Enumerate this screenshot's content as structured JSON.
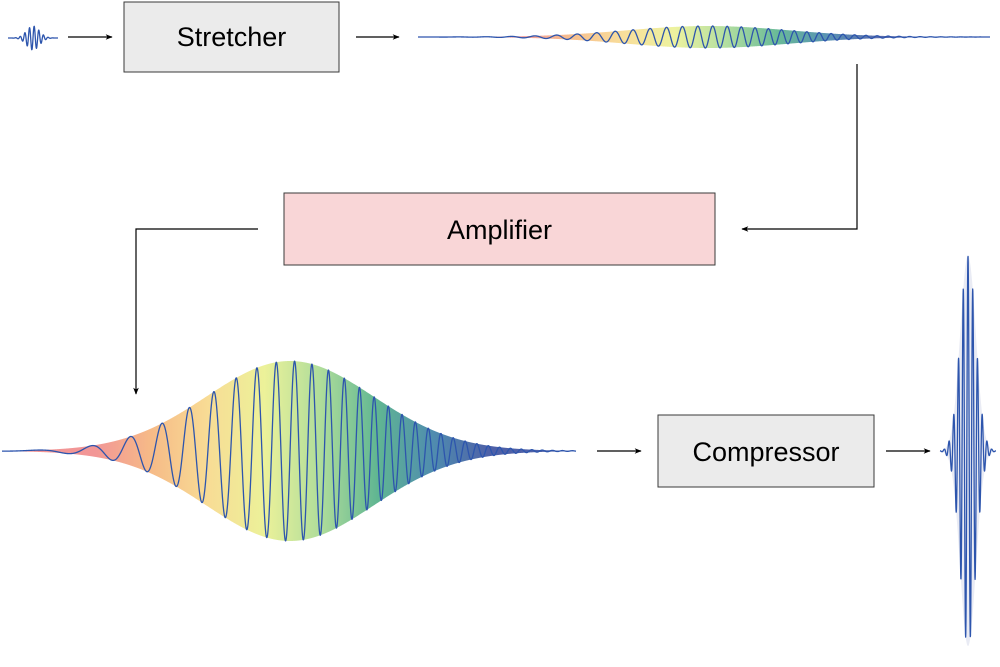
{
  "stages": {
    "stretcher": {
      "label": "Stretcher"
    },
    "amplifier": {
      "label": "Amplifier"
    },
    "compressor": {
      "label": "Compressor"
    }
  },
  "colors": {
    "wave": "#2d55ad",
    "stage_box": "#ebebeb",
    "amplifier_box": "#f9d6d7",
    "box_border": "#3a3a3a",
    "arrow": "#000000",
    "spectrum": [
      "#f08a8a",
      "#f5b37a",
      "#f7d889",
      "#eaf08e",
      "#a6d98f",
      "#4fae86",
      "#3c7fa6",
      "#3b4f9e"
    ]
  },
  "pulses": [
    {
      "name": "input-pulse",
      "description_kind": "short pulse"
    },
    {
      "name": "stretched-pulse",
      "description_kind": "chirped low-amplitude pulse"
    },
    {
      "name": "amplified-pulse",
      "description_kind": "chirped high-amplitude pulse"
    },
    {
      "name": "compressed-pulse",
      "description_kind": "short high-amplitude pulse"
    }
  ]
}
